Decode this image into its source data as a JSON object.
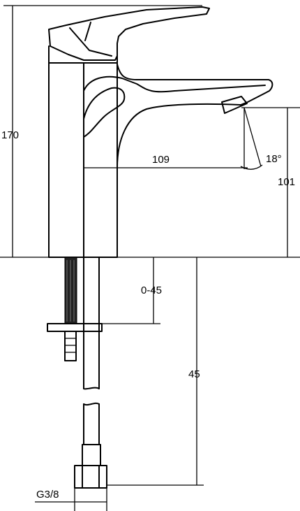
{
  "dimensions": {
    "total_height": "170",
    "spout_reach": "109",
    "spout_height": "101",
    "spray_angle": "18°",
    "clamp_range": "0-45",
    "hose_length": "45",
    "thread": "G3/8"
  }
}
